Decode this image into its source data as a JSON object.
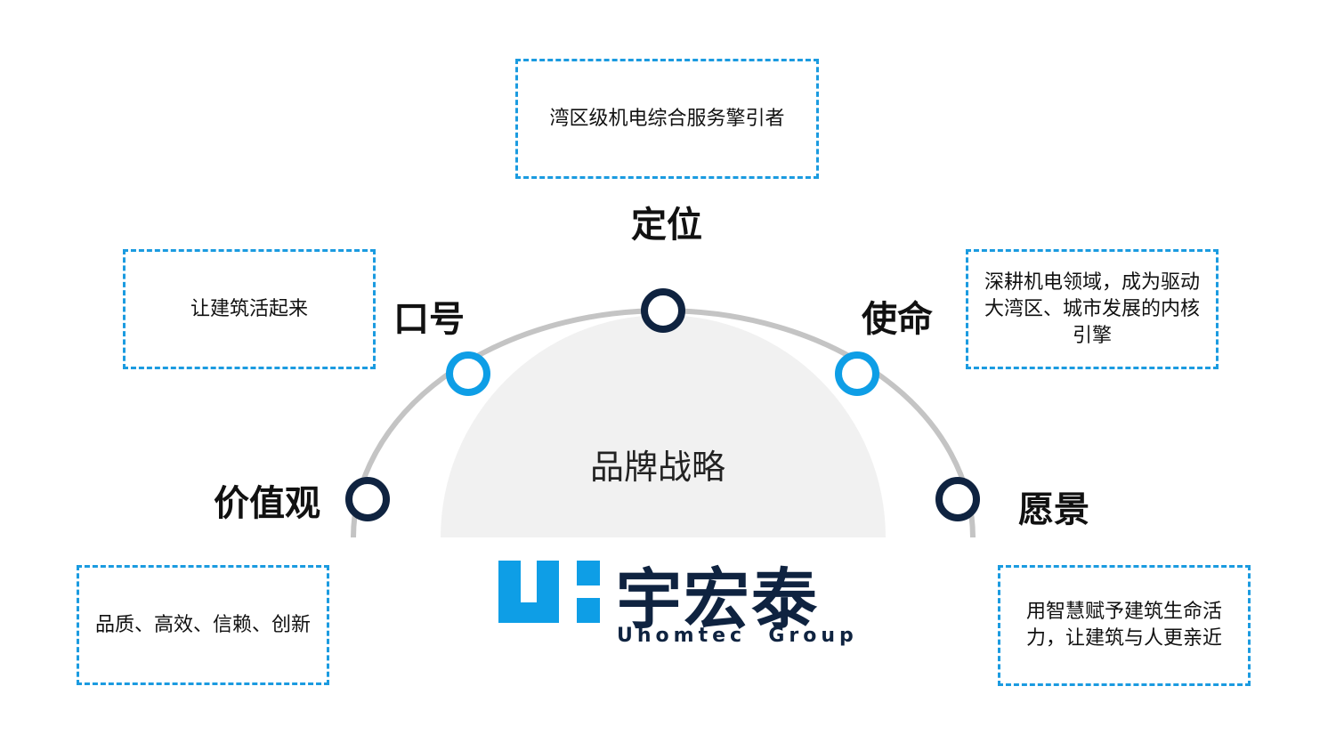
{
  "center": {
    "title": "品牌战略"
  },
  "nodes": {
    "positioning": {
      "label": "定位",
      "text": "湾区级机电综合服务擎引者"
    },
    "slogan": {
      "label": "口号",
      "text": "让建筑活起来"
    },
    "mission": {
      "label": "使命",
      "text": "深耕机电领域，成为驱动大湾区、城市发展的内核引擎"
    },
    "values": {
      "label": "价值观",
      "text": "品质、高效、信赖、创新"
    },
    "vision": {
      "label": "愿景",
      "text": "用智慧赋予建筑生命活力，让建筑与人更亲近"
    }
  },
  "logo": {
    "mark": "U:",
    "name_cn": "宇宏泰",
    "name_en": "Uhomtec  Group"
  },
  "colors": {
    "dark_navy": "#0f2340",
    "accent_blue": "#0e9ee6",
    "box_border": "#1b9be0",
    "arc_gray": "#c4c4c4",
    "dome_gray": "#f1f1f1"
  }
}
